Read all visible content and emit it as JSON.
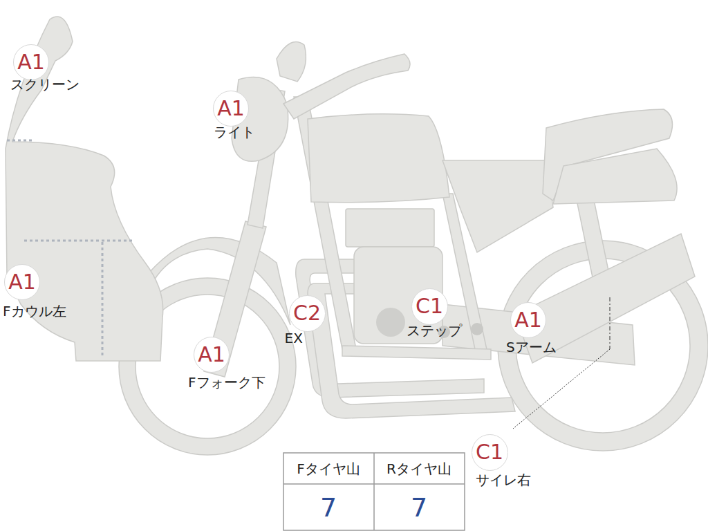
{
  "diagram": {
    "nodes": [
      {
        "text": [
          "A1",
          "スクリーン"
        ]
      },
      {
        "text": [
          "A1",
          "ライト"
        ]
      },
      {
        "text": [
          "A1",
          "Fカウル左"
        ]
      },
      {
        "text": [
          "C2",
          "EX"
        ]
      },
      {
        "text": [
          "C1",
          "ステップ"
        ]
      },
      {
        "text": [
          "A1",
          "Sアーム"
        ]
      },
      {
        "text": [
          "A1",
          "Fフォーク下"
        ]
      },
      {
        "text": [
          "C1",
          "サイレ右"
        ]
      }
    ],
    "labels": [
      "Fタイヤ山",
      "Rタイヤ山",
      "7",
      "7"
    ]
  }
}
